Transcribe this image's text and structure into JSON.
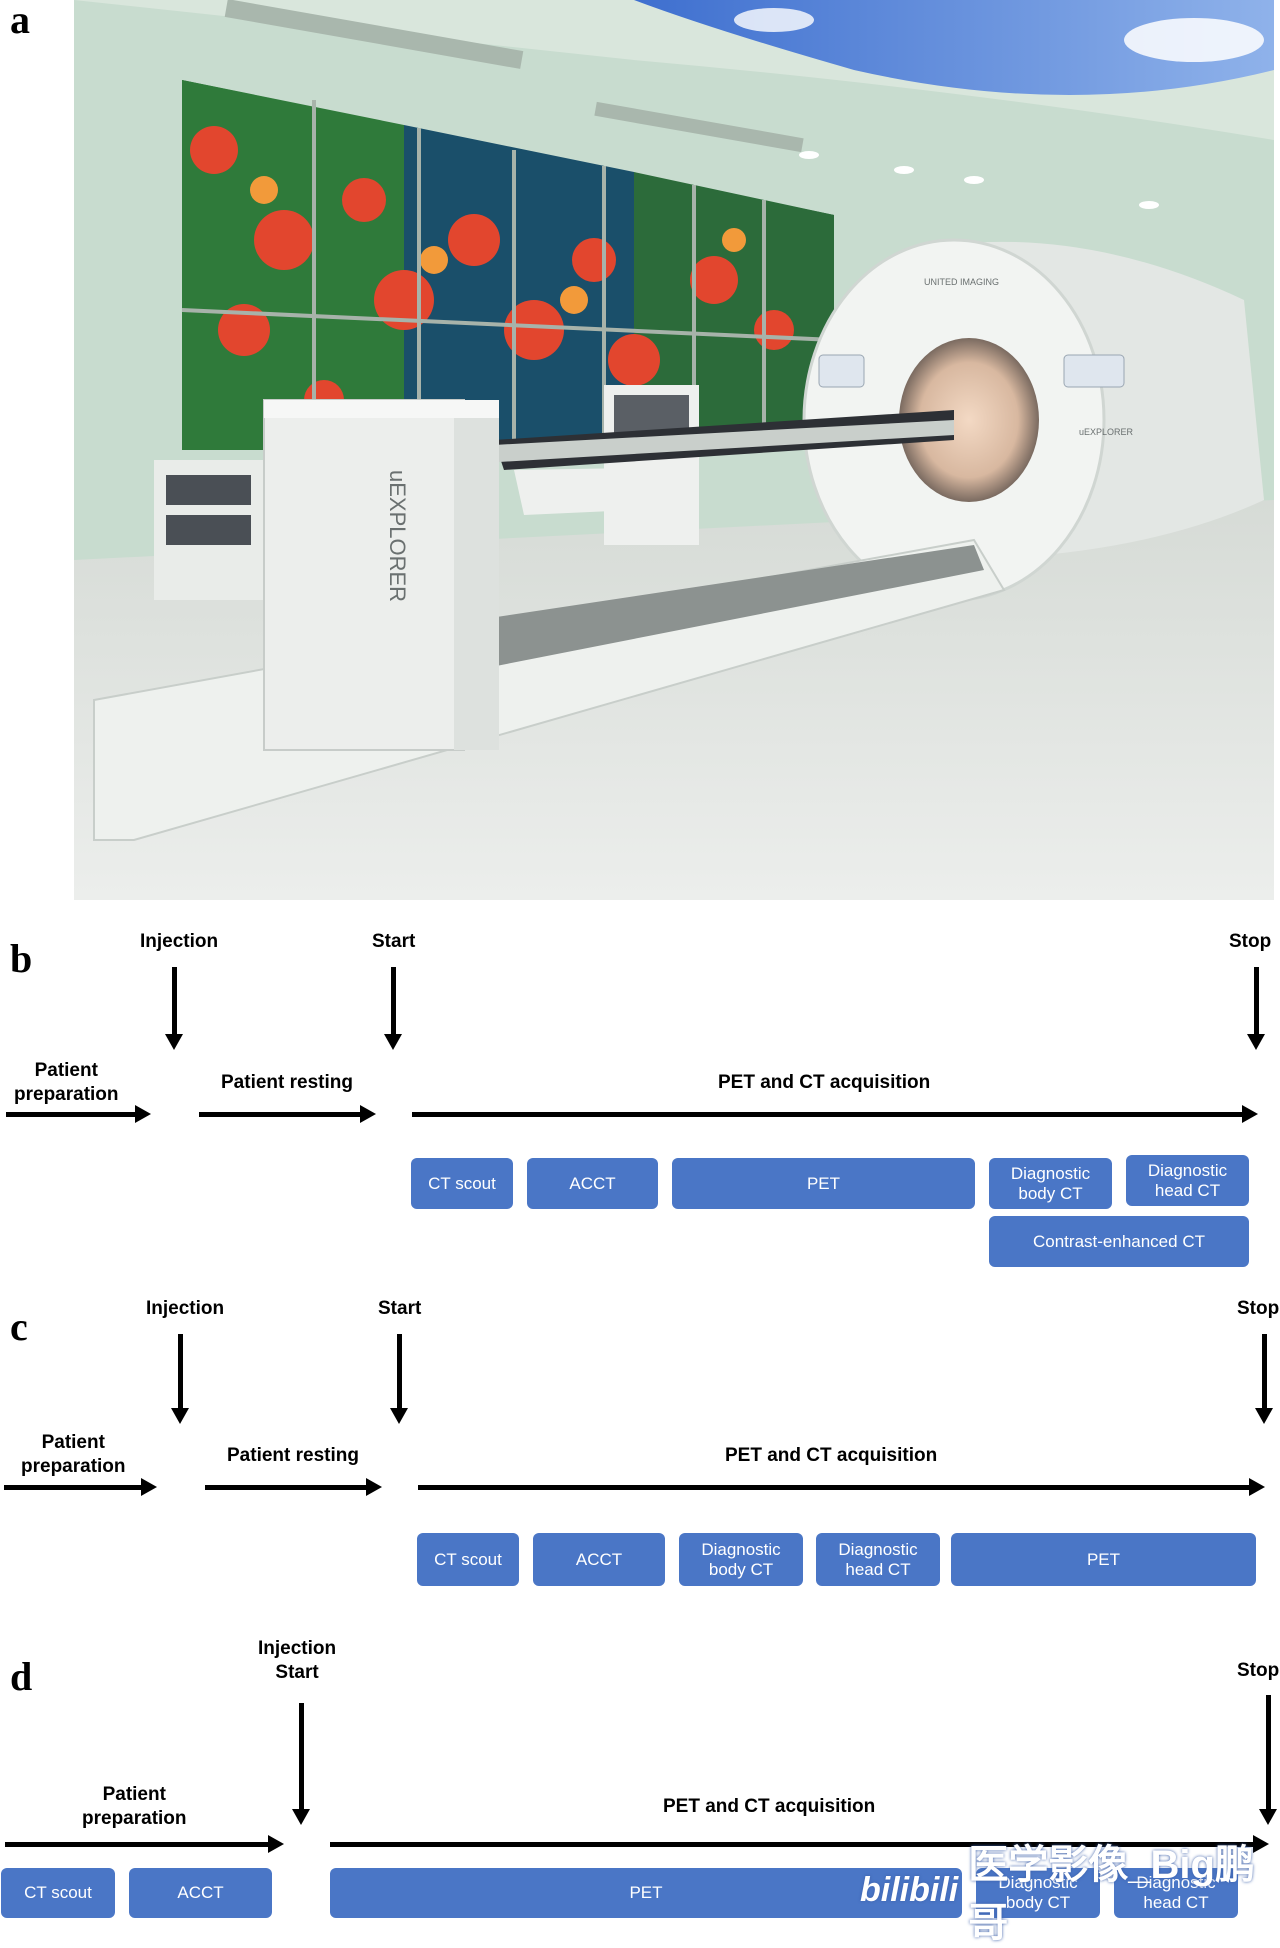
{
  "panels": {
    "a": "a",
    "b": "b",
    "c": "c",
    "d": "d"
  },
  "photo": {
    "scanner_brand": "UNITED IMAGING",
    "scanner_model": "uEXPLORER",
    "console_model": "uEXPLORER",
    "colors": {
      "wall": "#c8dccf",
      "floor": "#e4e6e3",
      "scanner": "#f2f4f2",
      "ceiling_sky": "#5a86d6"
    }
  },
  "b": {
    "labels": {
      "injection": "Injection",
      "start": "Start",
      "stop": "Stop",
      "prep": "Patient\npreparation",
      "resting": "Patient resting",
      "acq": "PET and CT acquisition"
    },
    "boxes": [
      "CT scout",
      "ACCT",
      "PET",
      "Diagnostic body CT",
      "Diagnostic head CT",
      "Contrast-enhanced CT"
    ]
  },
  "c": {
    "labels": {
      "injection": "Injection",
      "start": "Start",
      "stop": "Stop",
      "prep": "Patient\npreparation",
      "resting": "Patient resting",
      "acq": "PET and CT acquisition"
    },
    "boxes": [
      "CT scout",
      "ACCT",
      "Diagnostic body CT",
      "Diagnostic head CT",
      "PET"
    ]
  },
  "d": {
    "labels": {
      "injection_start": "Injection\nStart",
      "stop": "Stop",
      "prep": "Patient\npreparation",
      "acq": "PET and CT acquisition"
    },
    "boxes": [
      "CT scout",
      "ACCT",
      "PET",
      "Diagnostic body CT",
      "Diagnostic head CT"
    ]
  },
  "watermark": {
    "logo": "bilibili",
    "text": "医学影像_Big鹏哥"
  },
  "colors": {
    "box": "#4a76c6",
    "arrow": "#000000"
  }
}
